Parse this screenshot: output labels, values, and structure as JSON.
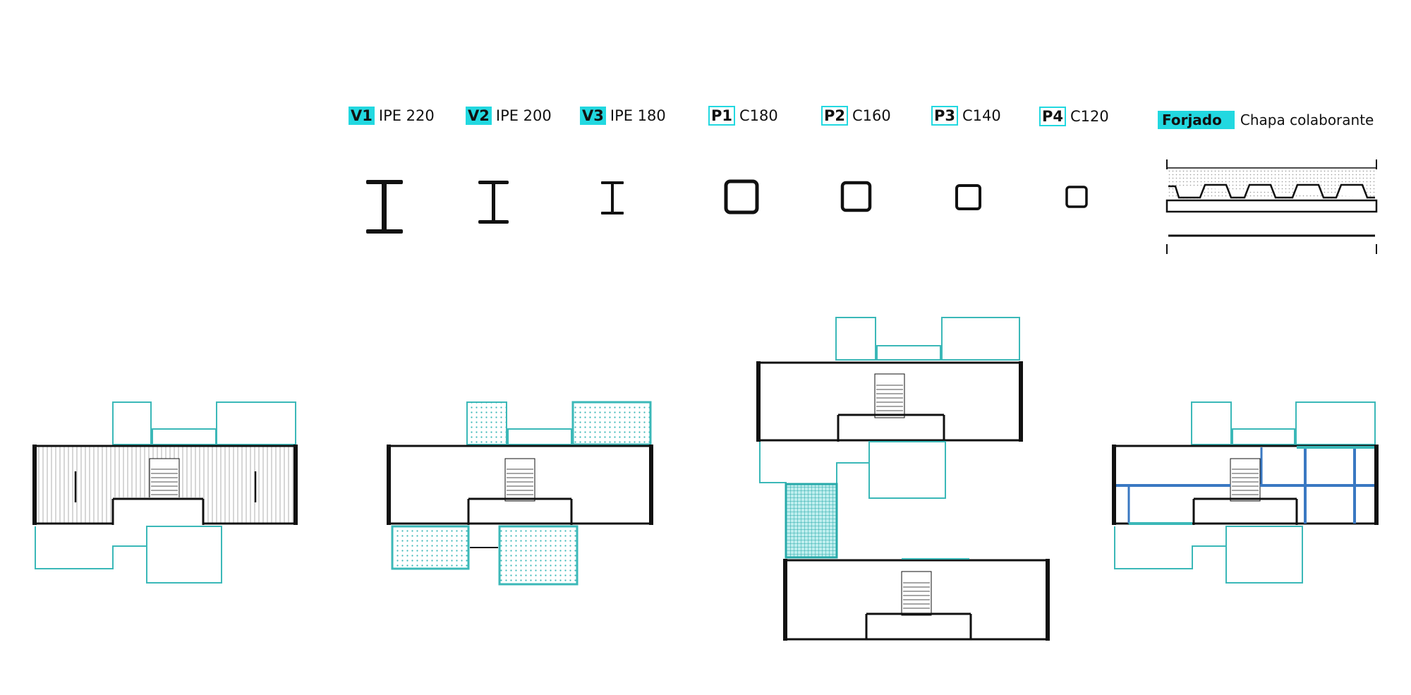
{
  "legend": {
    "beams": [
      {
        "code": "V1",
        "profile": "IPE 220"
      },
      {
        "code": "V2",
        "profile": "IPE 200"
      },
      {
        "code": "V3",
        "profile": "IPE 180"
      }
    ],
    "columns": [
      {
        "code": "P1",
        "profile": "C180"
      },
      {
        "code": "P2",
        "profile": "C160"
      },
      {
        "code": "P3",
        "profile": "C140"
      },
      {
        "code": "P4",
        "profile": "C120"
      }
    ],
    "slab": {
      "code": "Forjado",
      "type": "Chapa colaborante"
    }
  },
  "colors": {
    "accent": "#22d8e0",
    "outline_teal": "#3bb8b8",
    "wall": "#111111",
    "beam_blue": "#3a78c2"
  }
}
